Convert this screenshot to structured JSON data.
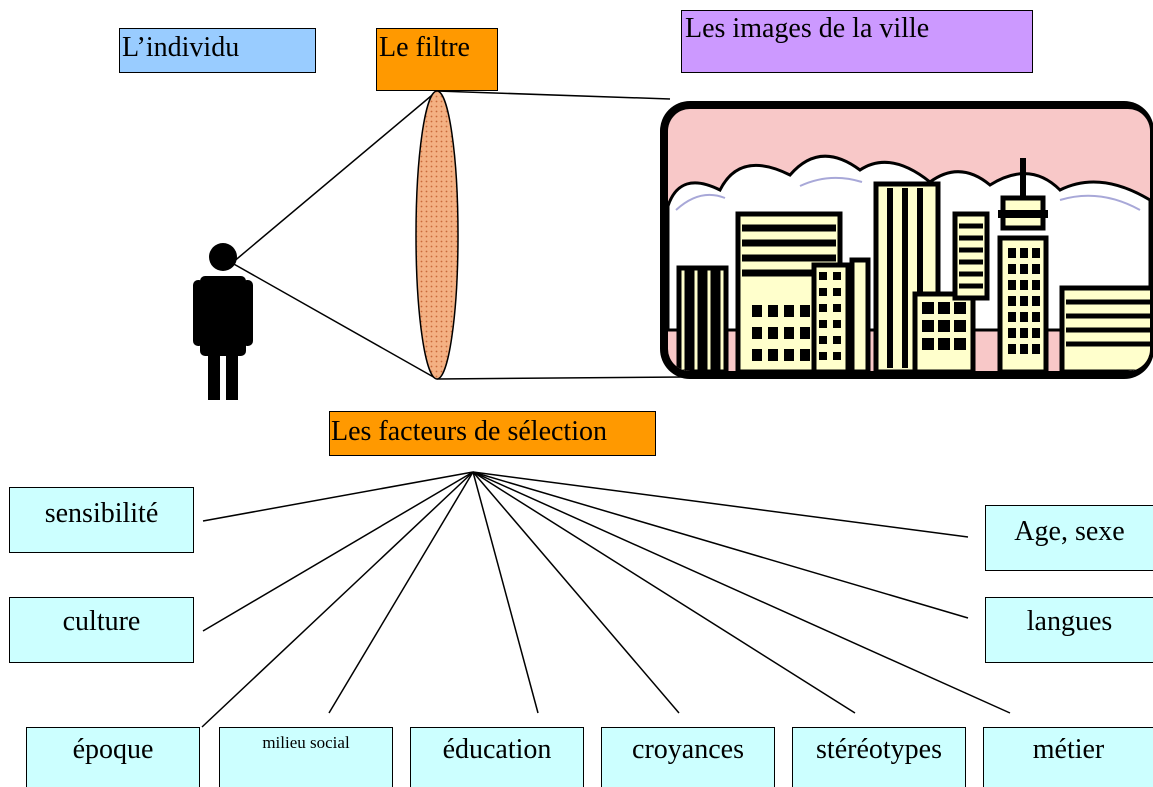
{
  "labels": {
    "individu": "L’individu",
    "filtre": "Le filtre",
    "images": "Les images de la ville",
    "facteurs": "Les facteurs de sélection"
  },
  "factors": {
    "sensibilite": "sensibilité",
    "culture": "culture",
    "epoque": "époque",
    "milieu_social": "milieu social",
    "education": "éducation",
    "croyances": "croyances",
    "stereotypes": "stéréotypes",
    "metier": "métier",
    "langues": "langues",
    "age_sexe": "Age, sexe"
  },
  "colors": {
    "individu_box": "#99ccff",
    "filtre_box": "#ff9900",
    "images_box": "#cc99ff",
    "facteurs_box": "#ff9900",
    "factor_box": "#ccffff",
    "lens": "#f4b183",
    "sky": "#f8c8c8",
    "building": "#ffffcc"
  },
  "icons": [
    "person-silhouette-icon",
    "lens-filter-icon",
    "city-skyline-icon"
  ]
}
